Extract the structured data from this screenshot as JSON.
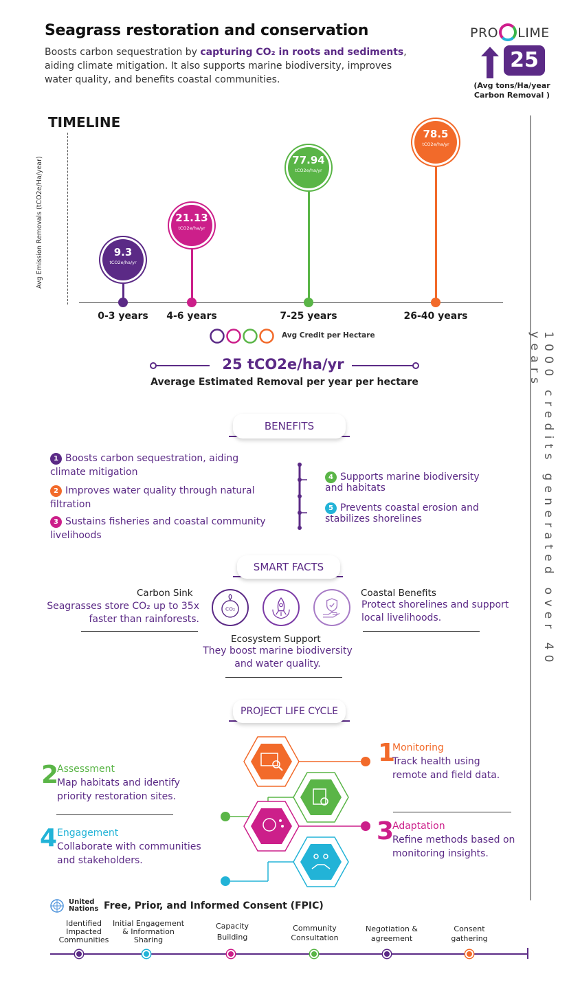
{
  "header": {
    "title": "Seagrass restoration and conservation",
    "intro_pre": "Boosts carbon sequestration by ",
    "intro_bold": "capturing CO₂ in roots and sediments",
    "intro_post": ", aiding climate mitigation. It also supports marine biodiversity, improves water quality, and benefits coastal communities."
  },
  "brand": {
    "logo_pre": "PRO",
    "logo_post": "LIME",
    "badge_value": "25",
    "badge_caption_1": "(Avg tons/Ha/year",
    "badge_caption_2": "Carbon Removal )"
  },
  "side_text": "1000 credits generated over 40 years",
  "timeline": {
    "title": "TIMELINE",
    "ylabel": "Avg Emission Removals (tCO2e/Ha/year)",
    "points": [
      {
        "label": "0-3 years",
        "value": "9.3",
        "unit": "tCO2e/ha/yr",
        "color": "#5b2a86"
      },
      {
        "label": "4-6 years",
        "value": "21.13",
        "unit": "tCO2e/ha/yr",
        "color": "#cc1f8a"
      },
      {
        "label": "7-25 years",
        "value": "77.94",
        "unit": "tCO2e/ha/yr",
        "color": "#5ab547"
      },
      {
        "label": "26-40 years",
        "value": "78.5",
        "unit": "tCO2e/ha/yr",
        "color": "#f26a2a"
      }
    ],
    "legend": "Avg Credit per Hectare",
    "avg_value": "25 tCO2e/ha/yr",
    "avg_caption": "Average Estimated Removal per year per hectare"
  },
  "benefits": {
    "title": "BENEFITS",
    "items": [
      {
        "n": "1",
        "text": "Boosts carbon sequestration, aiding climate mitigation",
        "color": "#5b2a86"
      },
      {
        "n": "2",
        "text": "Improves water quality through natural filtration",
        "color": "#f26a2a"
      },
      {
        "n": "3",
        "text": "Sustains fisheries and coastal community livelihoods",
        "color": "#cc1f8a"
      },
      {
        "n": "4",
        "text": "Supports marine biodiversity and habitats",
        "color": "#5ab547"
      },
      {
        "n": "5",
        "text": "Prevents coastal erosion and stabilizes shorelines",
        "color": "#22b3d7"
      }
    ]
  },
  "smart_facts": {
    "title": "SMART FACTS",
    "carbon_h": "Carbon Sink",
    "carbon_b": "Seagrasses store CO₂ up to 35x faster than rainforests.",
    "eco_h": "Ecosystem Support",
    "eco_b": "They boost marine biodiversity and water quality.",
    "coast_h": "Coastal Benefits",
    "coast_b": "Protect shorelines and support local livelihoods.",
    "icons": [
      "co2-icon",
      "rocket-icon",
      "shield-hand-icon"
    ]
  },
  "lifecycle": {
    "title": "PROJECT LIFE CYCLE",
    "monitoring": {
      "n": "1",
      "h": "Monitoring",
      "b": "Track health using remote and field data.",
      "color": "#f26a2a"
    },
    "assessment": {
      "n": "2",
      "h": "Assessment",
      "b": "Map habitats and identify priority restoration sites.",
      "color": "#5ab547"
    },
    "adaptation": {
      "n": "3",
      "h": "Adaptation",
      "b": "Refine methods based on monitoring insights.",
      "color": "#cc1f8a"
    },
    "engagement": {
      "n": "4",
      "h": "Engagement",
      "b": "Collaborate with communities and stakeholders.",
      "color": "#22b3d7"
    }
  },
  "fpic": {
    "un_1": "United",
    "un_2": "Nations",
    "title": "Free, Prior, and Informed Consent (FPIC)",
    "steps": [
      {
        "l1": "Identified",
        "l2": "Impacted",
        "l3": "Communities",
        "color": "#5b2a86"
      },
      {
        "l1": "Initial Engagement",
        "l2": "& Information",
        "l3": "Sharing",
        "color": "#22b3d7"
      },
      {
        "l1": "Capacity",
        "l2": "Building",
        "l3": "",
        "color": "#cc1f8a"
      },
      {
        "l1": "Community",
        "l2": "Consultation",
        "l3": "",
        "color": "#5ab547"
      },
      {
        "l1": "Negotiation &",
        "l2": "agreement",
        "l3": "",
        "color": "#5b2a86"
      },
      {
        "l1": "Consent",
        "l2": "gathering",
        "l3": "",
        "color": "#f26a2a"
      }
    ]
  }
}
